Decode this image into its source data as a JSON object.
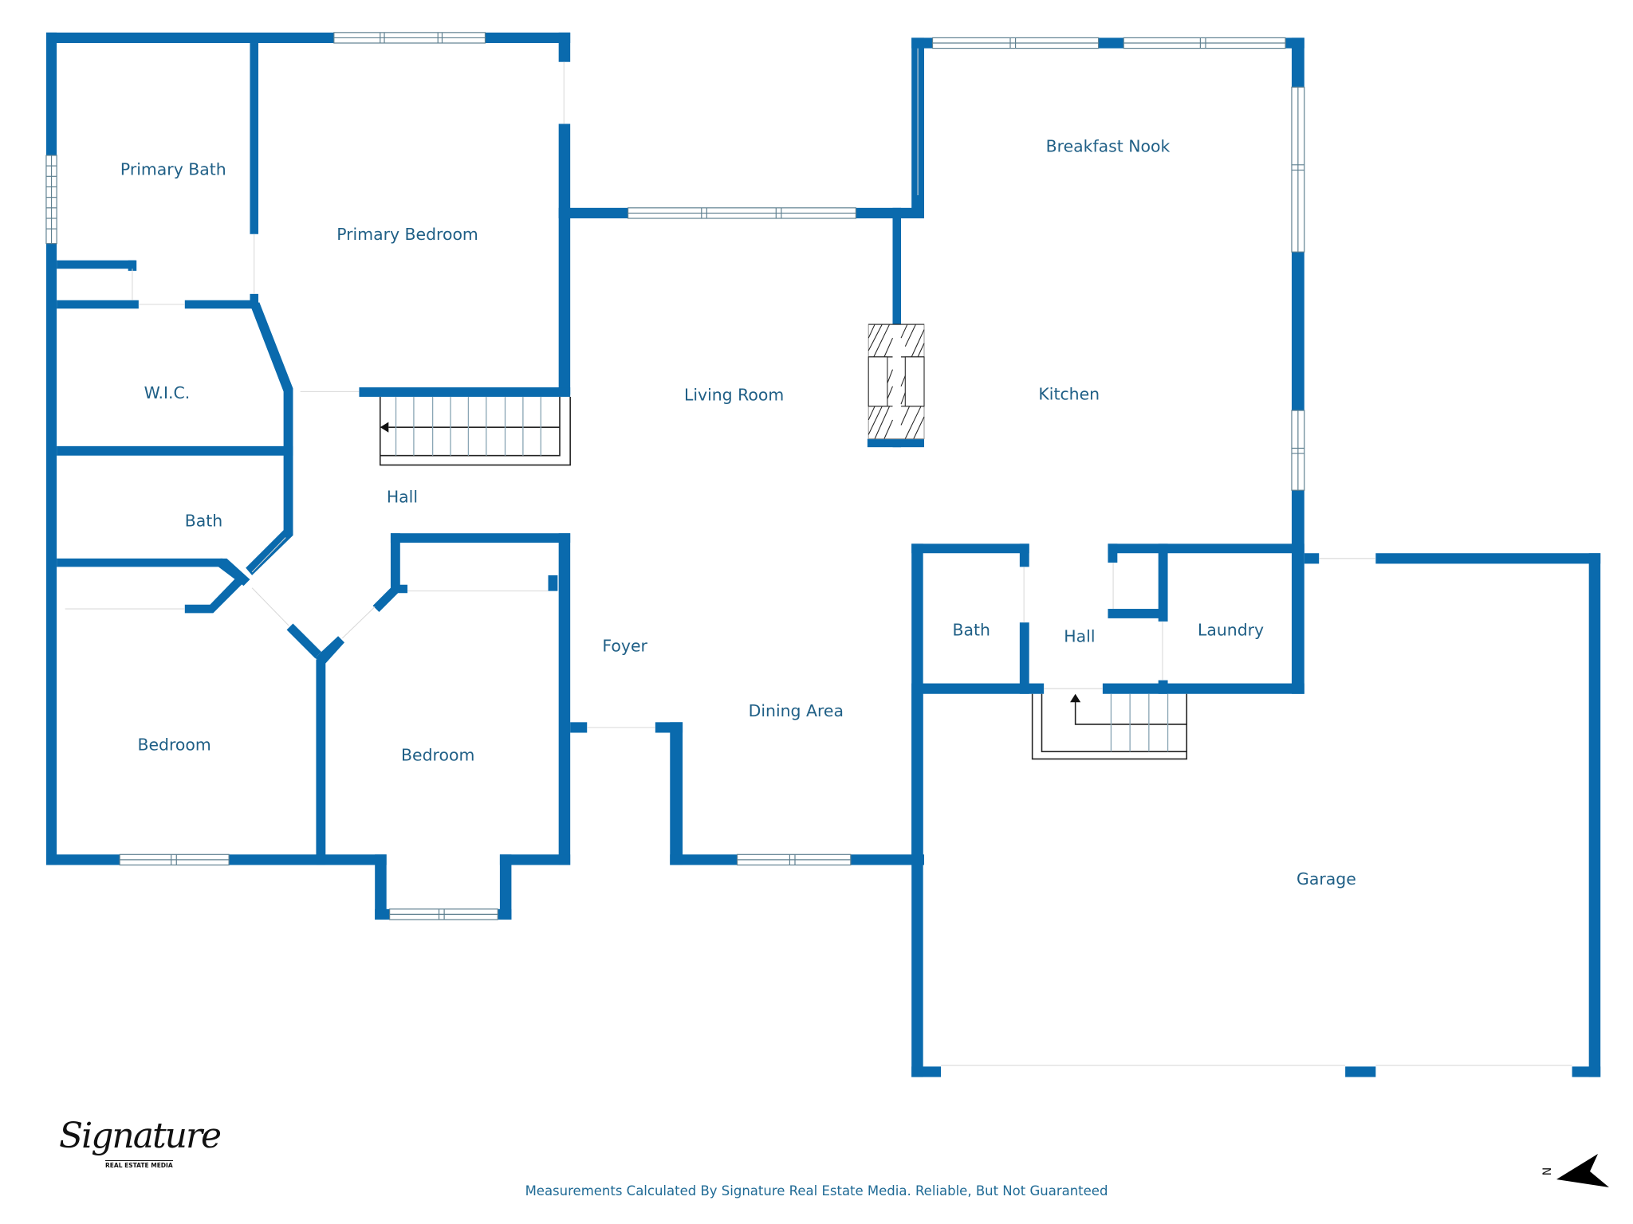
{
  "plan": {
    "wall_color": "#0a6aad",
    "label_color": "#1f5f86",
    "rooms": [
      {
        "id": "primary-bath",
        "label": "Primary Bath"
      },
      {
        "id": "primary-bedroom",
        "label": "Primary Bedroom"
      },
      {
        "id": "wic",
        "label": "W.I.C."
      },
      {
        "id": "hall-west",
        "label": "Hall"
      },
      {
        "id": "bath-west",
        "label": "Bath"
      },
      {
        "id": "living-room",
        "label": "Living Room"
      },
      {
        "id": "breakfast-nook",
        "label": "Breakfast Nook"
      },
      {
        "id": "kitchen",
        "label": "Kitchen"
      },
      {
        "id": "bedroom-1",
        "label": "Bedroom"
      },
      {
        "id": "bedroom-2",
        "label": "Bedroom"
      },
      {
        "id": "foyer",
        "label": "Foyer"
      },
      {
        "id": "dining-area",
        "label": "Dining Area"
      },
      {
        "id": "bath-east",
        "label": "Bath"
      },
      {
        "id": "hall-east",
        "label": "Hall"
      },
      {
        "id": "laundry",
        "label": "Laundry"
      },
      {
        "id": "garage",
        "label": "Garage"
      }
    ]
  },
  "logo": {
    "script": "Signature",
    "subtitle": "REAL ESTATE MEDIA"
  },
  "compass": {
    "direction_label": "N",
    "icon": "north-arrow-icon"
  },
  "footer": {
    "disclaimer": "Measurements Calculated By Signature Real Estate Media. Reliable, But Not Guaranteed"
  }
}
